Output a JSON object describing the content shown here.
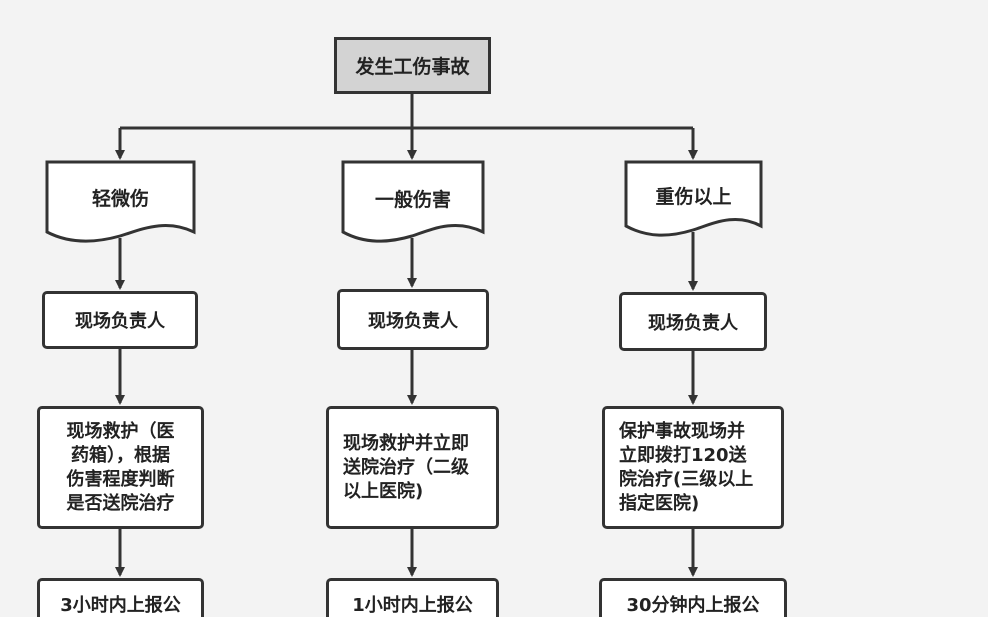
{
  "start": "发生工伤事故",
  "branches": [
    {
      "category": "轻微伤",
      "responsible": "现场负责人",
      "action_lines": [
        "现场救护（医",
        "药箱），根据",
        "伤害程度判断",
        "是否送院治疗"
      ],
      "report_line": "3小时内上报公"
    },
    {
      "category": "一般伤害",
      "responsible": "现场负责人",
      "action_lines": [
        "现场救护并立即",
        "送院治疗（二级",
        "以上医院)"
      ],
      "report_line": "1小时内上报公"
    },
    {
      "category": "重伤以上",
      "responsible": "现场负责人",
      "action_lines": [
        "保护事故现场并",
        "立即拨打120送",
        "院治疗(三级以上",
        "指定医院)"
      ],
      "report_line": "30分钟内上报公"
    }
  ],
  "colors": {
    "background": "#f3f3f3",
    "stroke": "#333333",
    "start_fill": "#d3d3d3",
    "node_fill": "#ffffff"
  }
}
